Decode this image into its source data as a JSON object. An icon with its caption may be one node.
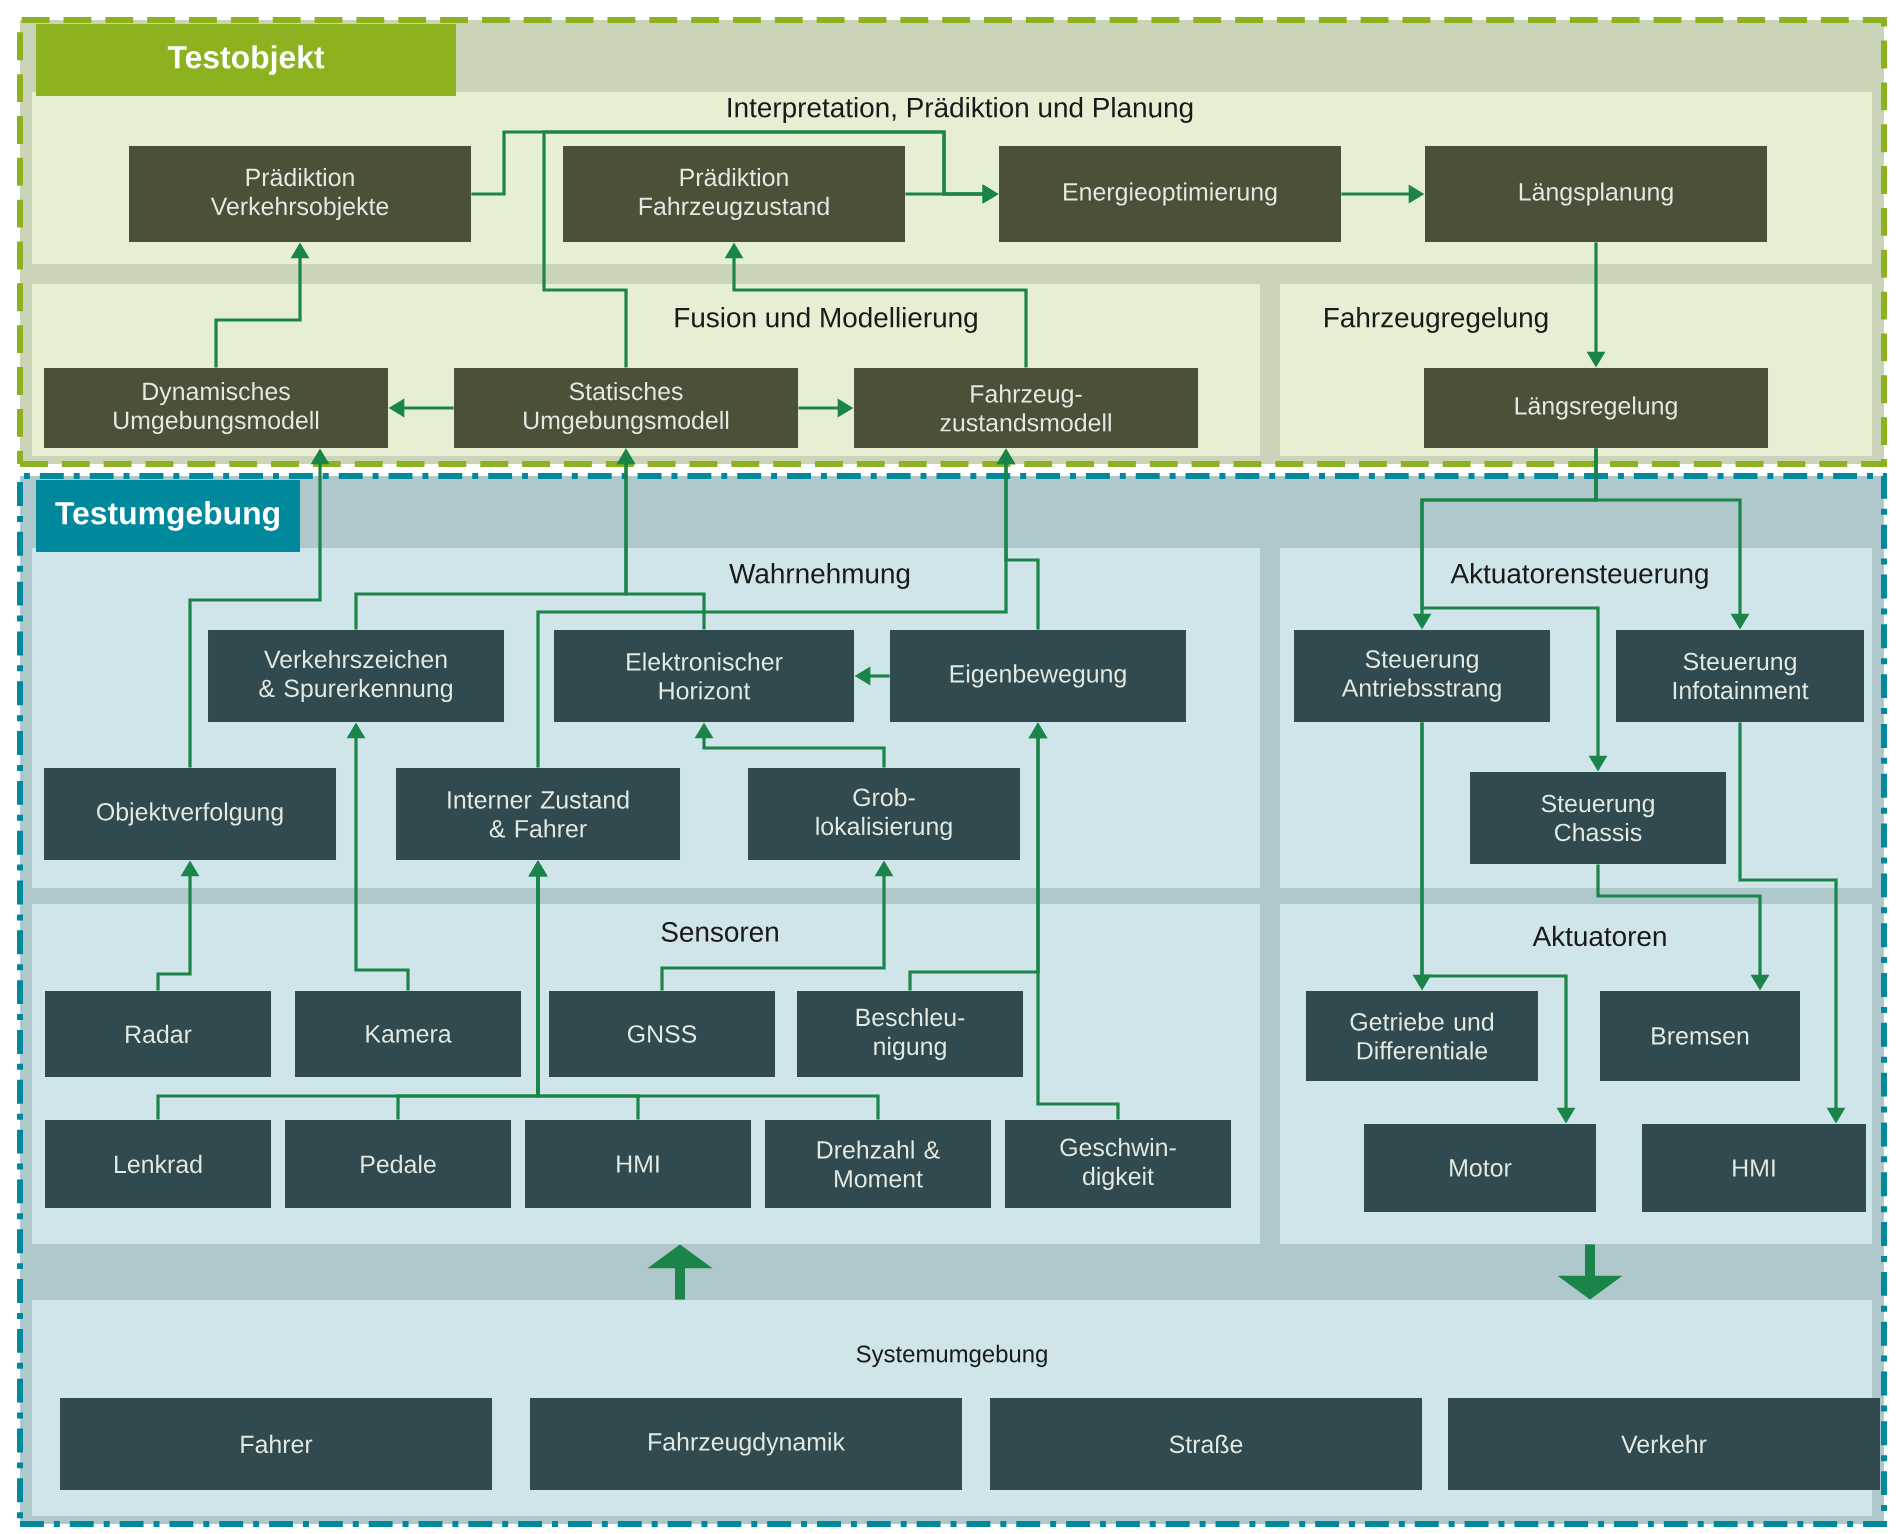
{
  "diagram": {
    "nodes": [
      {
        "text": [
          "Testobjekt"
        ]
      },
      {
        "text": [
          "Interpretation, Prädiktion und Planung"
        ],
        "in": 0
      },
      {
        "text": [
          "Fusion und Modellierung"
        ],
        "in": 0
      },
      {
        "text": [
          "Fahrzeugregelung"
        ],
        "in": 0
      },
      {
        "text": [
          "Testumgebung"
        ]
      },
      {
        "text": [
          "Wahrnehmung"
        ],
        "in": 4
      },
      {
        "text": [
          "Aktuatorensteuerung"
        ],
        "in": 4
      },
      {
        "text": [
          "Sensoren"
        ],
        "in": 4
      },
      {
        "text": [
          "Aktuatoren"
        ],
        "in": 4
      },
      {
        "text": [
          "Systemumgebung"
        ],
        "in": 4
      },
      {
        "text": [
          "Prädiktion Verkehrsobjekte"
        ],
        "in": 1
      },
      {
        "text": [
          "Prädiktion Fahrzeugzustand"
        ],
        "in": 1
      },
      {
        "text": [
          "Energieoptimierung"
        ],
        "in": 1
      },
      {
        "text": [
          "Längsplanung"
        ],
        "in": 1
      },
      {
        "text": [
          "Dynamisches Umgebungsmodell"
        ],
        "in": 2
      },
      {
        "text": [
          "Statisches Umgebungsmodell"
        ],
        "in": 2
      },
      {
        "text": [
          "Fahrzeug- zustandsmodell"
        ],
        "in": 2
      },
      {
        "text": [
          "Längsregelung"
        ],
        "in": 3
      },
      {
        "text": [
          "Verkehrszeichen & Spurerkennung"
        ],
        "in": 5
      },
      {
        "text": [
          "Elektronischer Horizont"
        ],
        "in": 5
      },
      {
        "text": [
          "Eigenbewegung"
        ],
        "in": 5
      },
      {
        "text": [
          "Objektverfolgung"
        ],
        "in": 5
      },
      {
        "text": [
          "Interner Zustand & Fahrer"
        ],
        "in": 5
      },
      {
        "text": [
          "Grob- lokalisierung"
        ],
        "in": 5
      },
      {
        "text": [
          "Steuerung Antriebsstrang"
        ],
        "in": 6
      },
      {
        "text": [
          "Steuerung Infotainment"
        ],
        "in": 6
      },
      {
        "text": [
          "Steuerung Chassis"
        ],
        "in": 6
      },
      {
        "text": [
          "Radar"
        ],
        "in": 7
      },
      {
        "text": [
          "Kamera"
        ],
        "in": 7
      },
      {
        "text": [
          "GNSS"
        ],
        "in": 7
      },
      {
        "text": [
          "Beschleu- nigung"
        ],
        "in": 7
      },
      {
        "text": [
          "Lenkrad"
        ],
        "in": 7
      },
      {
        "text": [
          "Pedale"
        ],
        "in": 7
      },
      {
        "text": [
          "HMI"
        ],
        "in": 7
      },
      {
        "text": [
          "Drehzahl & Moment"
        ],
        "in": 7
      },
      {
        "text": [
          "Geschwin- digkeit"
        ],
        "in": 7
      },
      {
        "text": [
          "Getriebe und Differentiale"
        ],
        "in": 8
      },
      {
        "text": [
          "Bremsen"
        ],
        "in": 8
      },
      {
        "text": [
          "Motor"
        ],
        "in": 8
      },
      {
        "text": [
          "HMI"
        ],
        "in": 8
      },
      {
        "text": [
          "Fahrer"
        ],
        "in": 9
      },
      {
        "text": [
          "Fahrzeugdynamik"
        ],
        "in": 9
      },
      {
        "text": [
          "Straße"
        ],
        "in": 9
      },
      {
        "text": [
          "Verkehr"
        ],
        "in": 9
      }
    ],
    "edges": [
      {
        "from": 14,
        "to": 10,
        "arrow": "to"
      },
      {
        "from": 10,
        "to": 12,
        "arrow": "to"
      },
      {
        "from": 15,
        "to": 12,
        "arrow": "to"
      },
      {
        "from": 16,
        "to": 11,
        "arrow": "to"
      },
      {
        "from": 11,
        "to": 12,
        "arrow": "to"
      },
      {
        "from": 12,
        "to": 13,
        "arrow": "to"
      },
      {
        "from": 13,
        "to": 17,
        "arrow": "to"
      },
      {
        "from": 15,
        "to": 14,
        "arrow": "to"
      },
      {
        "from": 15,
        "to": 16,
        "arrow": "to"
      },
      {
        "from": 21,
        "to": 14,
        "arrow": "to"
      },
      {
        "from": 18,
        "to": 15,
        "arrow": "to"
      },
      {
        "from": 19,
        "to": 15,
        "arrow": "to"
      },
      {
        "from": 22,
        "to": 16,
        "arrow": "to"
      },
      {
        "from": 20,
        "to": 16,
        "arrow": "to"
      },
      {
        "from": 20,
        "to": 19,
        "arrow": "to"
      },
      {
        "from": 23,
        "to": 19,
        "arrow": "to"
      },
      {
        "from": 27,
        "to": 21,
        "arrow": "to"
      },
      {
        "from": 28,
        "to": 18,
        "arrow": "to"
      },
      {
        "from": 29,
        "to": 23,
        "arrow": "to"
      },
      {
        "from": 30,
        "to": 20,
        "arrow": "to"
      },
      {
        "from": 35,
        "to": 20,
        "arrow": "to"
      },
      {
        "from": 31,
        "to": 22,
        "arrow": "to"
      },
      {
        "from": 32,
        "to": 22,
        "arrow": "to"
      },
      {
        "from": 33,
        "to": 22,
        "arrow": "to"
      },
      {
        "from": 34,
        "to": 22,
        "arrow": "to"
      },
      {
        "from": 17,
        "to": 24,
        "arrow": "to"
      },
      {
        "from": 17,
        "to": 25,
        "arrow": "to"
      },
      {
        "from": 17,
        "to": 26,
        "arrow": "to"
      },
      {
        "from": 24,
        "to": 36,
        "arrow": "to"
      },
      {
        "from": 24,
        "to": 38,
        "arrow": "to"
      },
      {
        "from": 26,
        "to": 37,
        "arrow": "to"
      },
      {
        "from": 25,
        "to": 39,
        "arrow": "to"
      },
      {
        "from": 9,
        "to": 7,
        "arrow": "to",
        "style": "thick"
      },
      {
        "from": 8,
        "to": 9,
        "arrow": "to",
        "style": "thick"
      }
    ]
  }
}
